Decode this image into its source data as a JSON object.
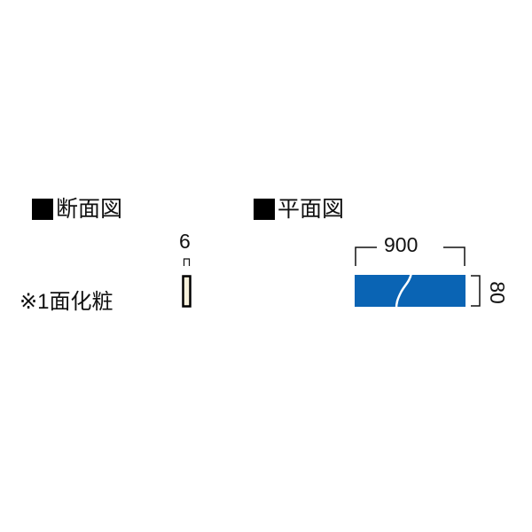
{
  "section_view": {
    "title": "断面図",
    "note": "※1面化粧",
    "thickness_label": "6",
    "board_fill": "#f7f1dc"
  },
  "plan_view": {
    "title": "平面図",
    "width_label": "900",
    "depth_label": "80",
    "board_color": "#0a64b4"
  }
}
